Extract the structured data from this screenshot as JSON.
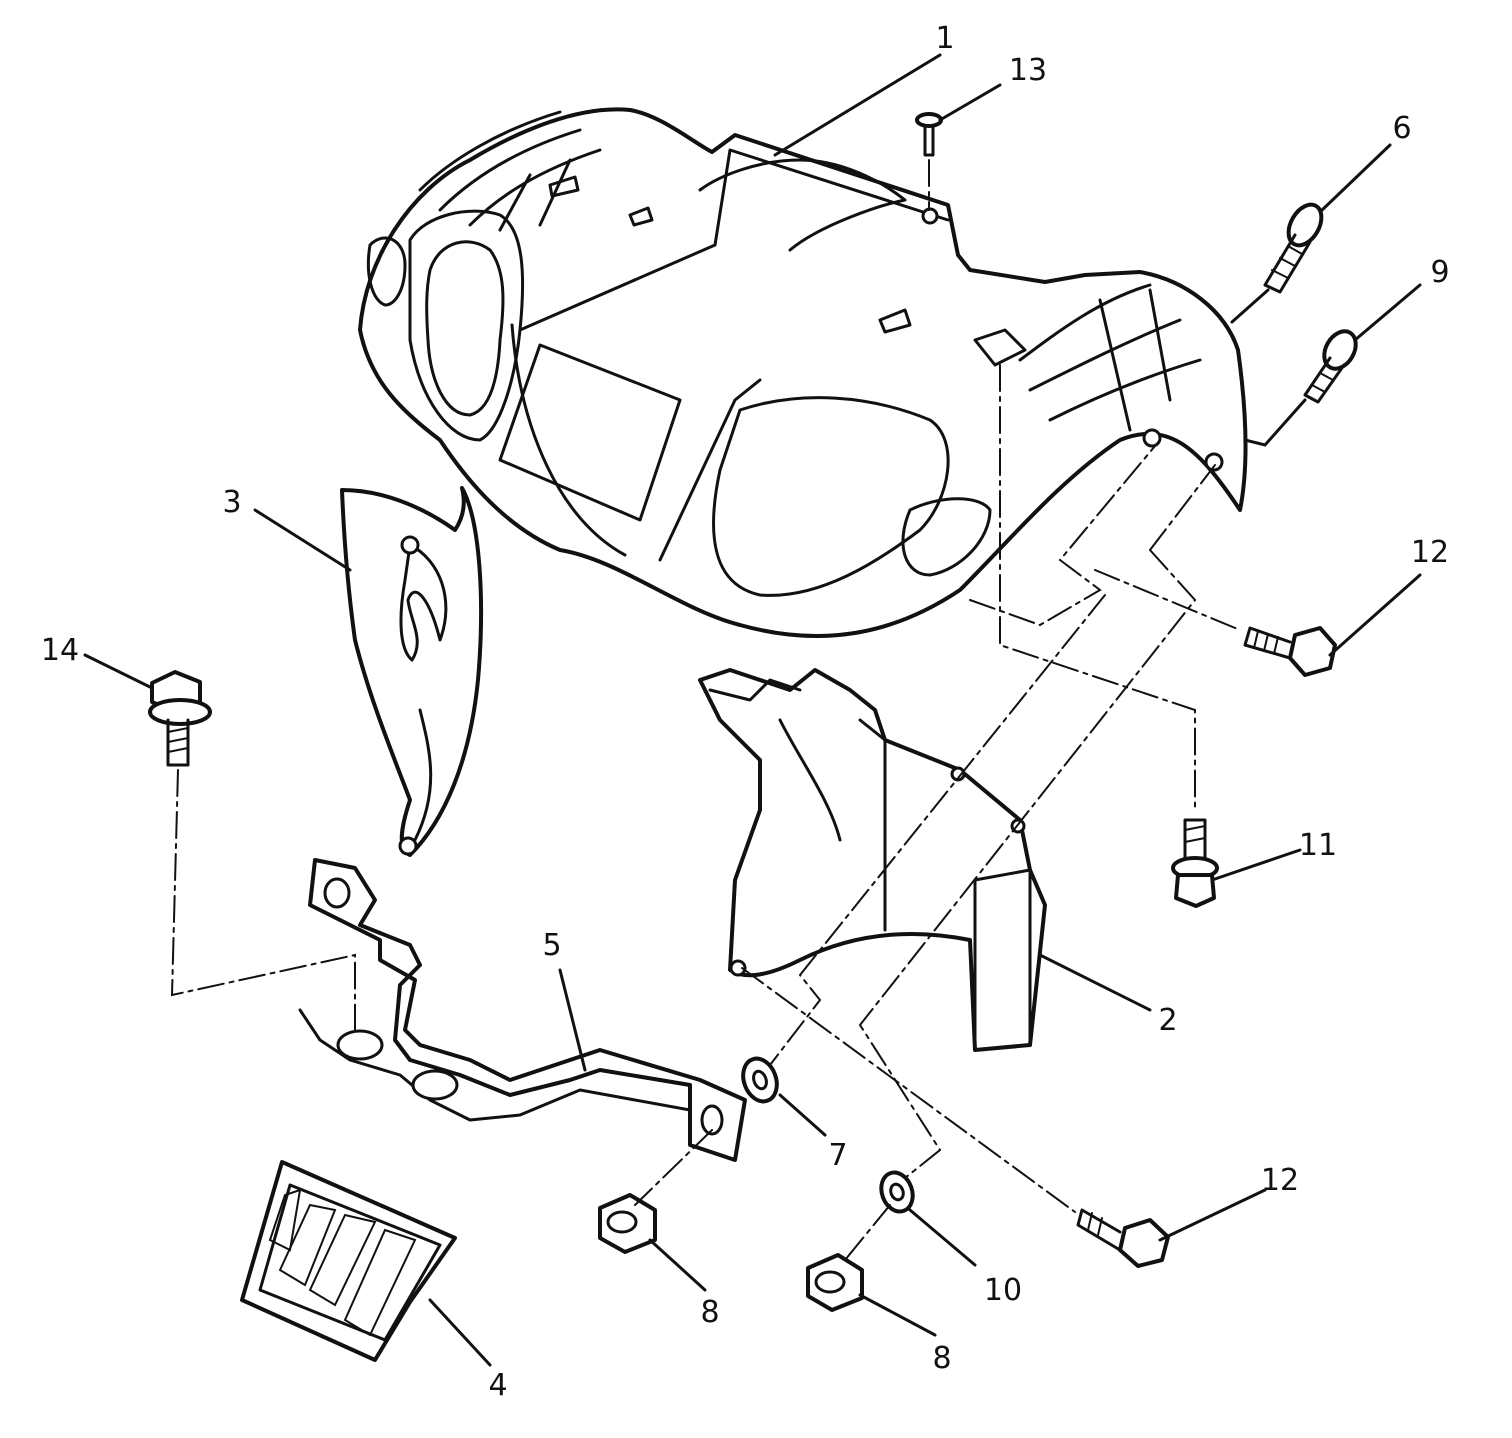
{
  "diagram": {
    "callouts": [
      {
        "id": "c1",
        "label": "1"
      },
      {
        "id": "c2",
        "label": "2"
      },
      {
        "id": "c3",
        "label": "3"
      },
      {
        "id": "c4",
        "label": "4"
      },
      {
        "id": "c5",
        "label": "5"
      },
      {
        "id": "c6",
        "label": "6"
      },
      {
        "id": "c7",
        "label": "7"
      },
      {
        "id": "c8a",
        "label": "8"
      },
      {
        "id": "c8b",
        "label": "8"
      },
      {
        "id": "c9",
        "label": "9"
      },
      {
        "id": "c10",
        "label": "10"
      },
      {
        "id": "c11",
        "label": "11"
      },
      {
        "id": "c12a",
        "label": "12"
      },
      {
        "id": "c12b",
        "label": "12"
      },
      {
        "id": "c13",
        "label": "13"
      },
      {
        "id": "c14",
        "label": "14"
      }
    ]
  }
}
